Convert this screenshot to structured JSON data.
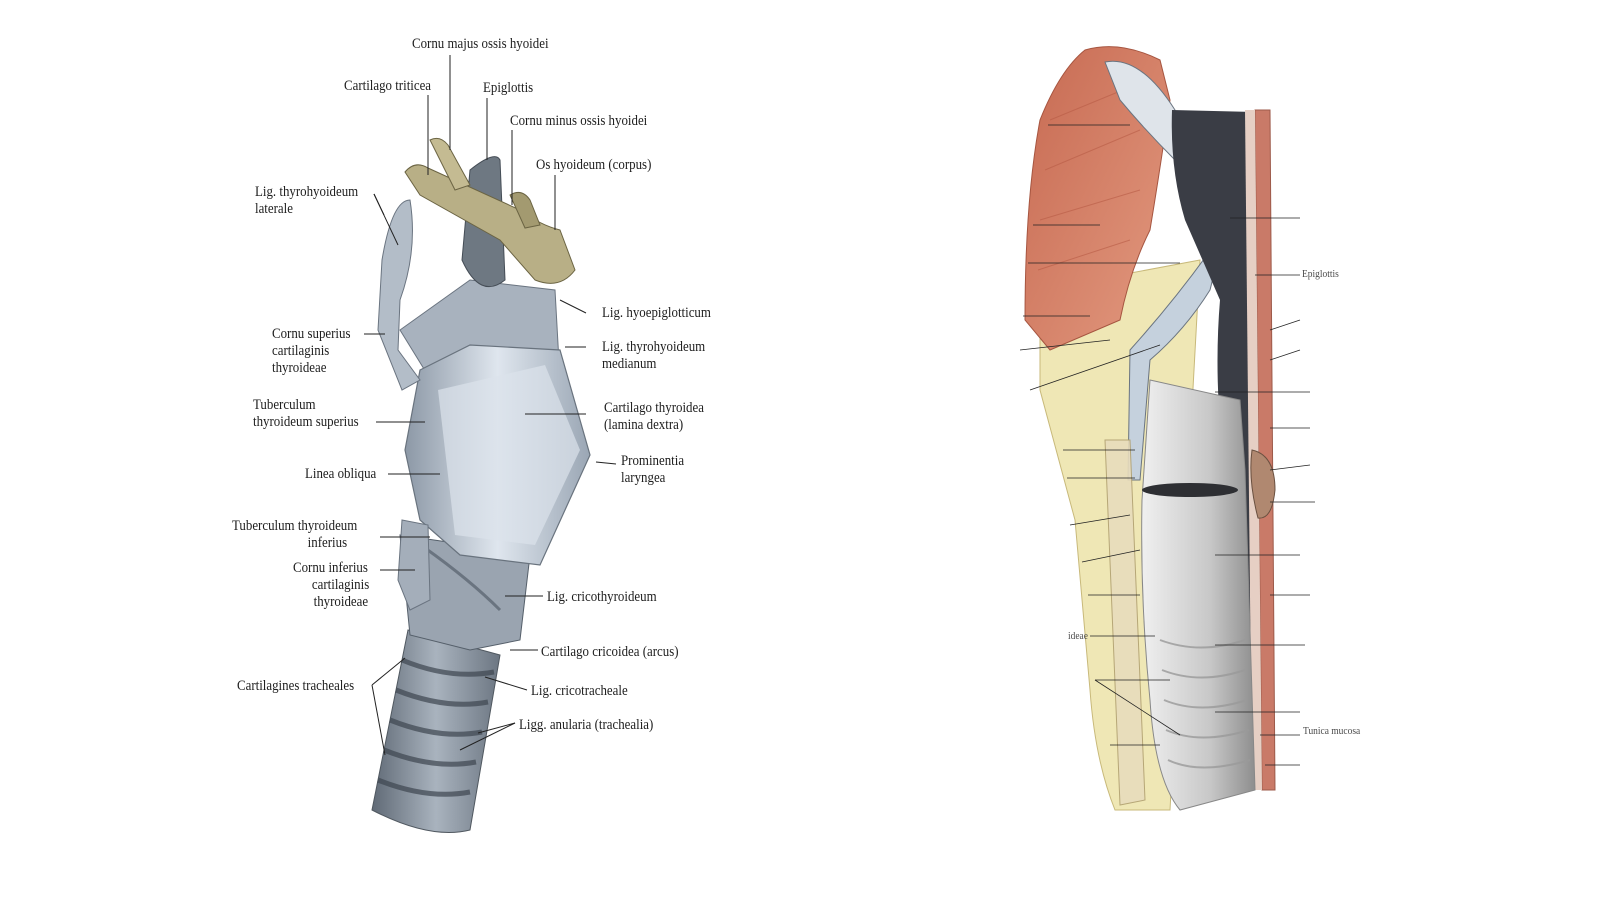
{
  "left_figure": {
    "labels": {
      "cornu_majus": "Cornu majus ossis hyoidei",
      "cartilago_triticea": "Cartilago triticea",
      "epiglottis": "Epiglottis",
      "cornu_minus": "Cornu minus ossis hyoidei",
      "os_hyoideum": "Os hyoideum (corpus)",
      "lig_thyrohyoideum_laterale_1": "Lig. thyrohyoideum",
      "lig_thyrohyoideum_laterale_2": "laterale",
      "lig_hyoepiglotticum": "Lig. hyoepiglotticum",
      "cornu_superius_1": "Cornu superius",
      "cornu_superius_2": "cartilaginis",
      "cornu_superius_3": "thyroideae",
      "lig_thyrohyoideum_medianum_1": "Lig. thyrohyoideum",
      "lig_thyrohyoideum_medianum_2": "medianum",
      "tuberculum_superius_1": "Tuberculum",
      "tuberculum_superius_2": "thyroideum superius",
      "cartilago_thyroidea_1": "Cartilago thyroidea",
      "cartilago_thyroidea_2": "(lamina dextra)",
      "prominentia_1": "Prominentia",
      "prominentia_2": "laryngea",
      "linea_obliqua": "Linea obliqua",
      "tuberculum_inferius_1": "Tuberculum thyroideum",
      "tuberculum_inferius_2": "inferius",
      "cornu_inferius_1": "Cornu inferius",
      "cornu_inferius_2": "cartilaginis",
      "cornu_inferius_3": "thyroideae",
      "lig_cricothyroideum": "Lig. cricothyroideum",
      "cartilago_cricoidea": "Cartilago cricoidea (arcus)",
      "cartilagines_tracheales": "Cartilagines tracheales",
      "lig_cricotracheale": "Lig. cricotracheale",
      "ligg_anularia": "Ligg. anularia (trachealia)"
    }
  },
  "right_figure": {
    "labels": {
      "epiglottis": "Epiglottis",
      "ideae": "ideae",
      "tunica_mucosa": "Tunica mucosa"
    }
  },
  "colors": {
    "cartilage": "#c9d3dd",
    "bone": "#b6ad84",
    "muscle": "#d47a60",
    "fat": "#eee5b0",
    "lumen": "#3a3d45",
    "mucosa": "#d3d3d3"
  }
}
